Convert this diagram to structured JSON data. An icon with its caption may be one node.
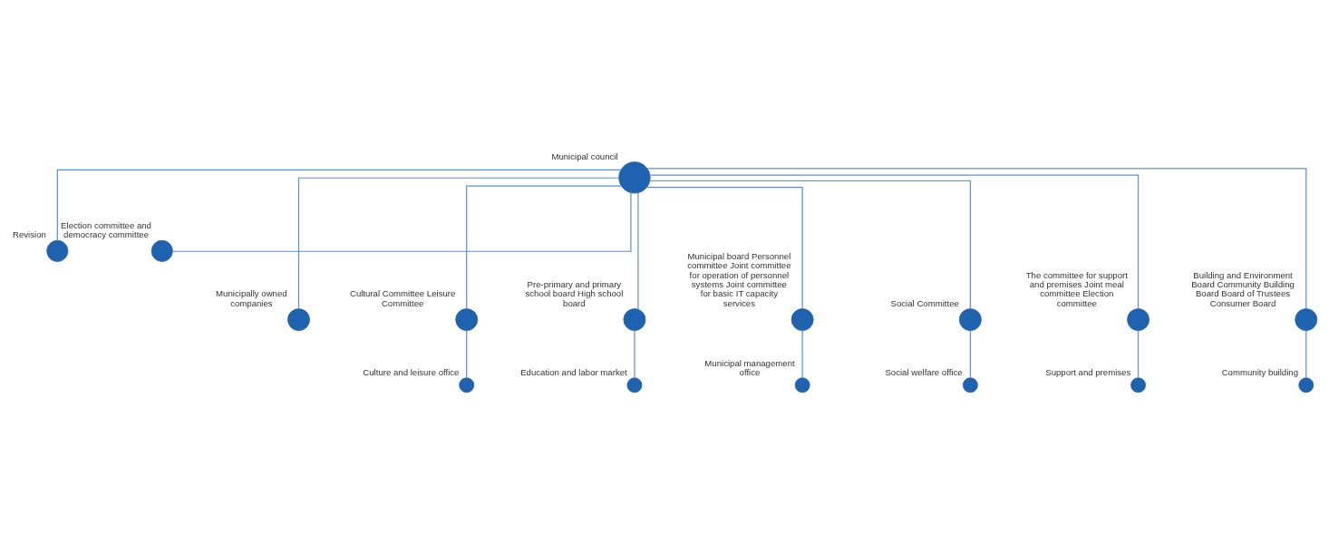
{
  "diagram": {
    "nodes": [
      {
        "text": [
          "Municipal council"
        ]
      },
      {
        "text": [
          "Revision"
        ]
      },
      {
        "text": [
          "Election committee and democracy committee"
        ]
      },
      {
        "text": [
          "Municipally owned companies"
        ]
      },
      {
        "text": [
          "Cultural Committee Leisure Committee"
        ]
      },
      {
        "text": [
          "Pre-primary and primary school board High school board"
        ]
      },
      {
        "text": [
          "Municipal board Personnel committee Joint committee for operation of personnel systems Joint committee for basic IT capacity services"
        ]
      },
      {
        "text": [
          "Social Committee"
        ]
      },
      {
        "text": [
          "The committee for support and premises Joint meal committee Election committee"
        ]
      },
      {
        "text": [
          "Building and Environment Board Community Building Board Board of Trustees Consumer Board"
        ]
      },
      {
        "text": [
          "Culture and leisure office"
        ]
      },
      {
        "text": [
          "Education and labor market"
        ]
      },
      {
        "text": [
          "Municipal management office"
        ]
      },
      {
        "text": [
          "Social welfare office"
        ]
      },
      {
        "text": [
          "Support and premises"
        ]
      },
      {
        "text": [
          "Community building"
        ]
      }
    ],
    "edges": [
      {
        "from": 0,
        "to": 1,
        "arrow": "none"
      },
      {
        "from": 0,
        "to": 2,
        "arrow": "none"
      },
      {
        "from": 0,
        "to": 3,
        "arrow": "none"
      },
      {
        "from": 0,
        "to": 4,
        "arrow": "none"
      },
      {
        "from": 0,
        "to": 5,
        "arrow": "none"
      },
      {
        "from": 0,
        "to": 6,
        "arrow": "none"
      },
      {
        "from": 0,
        "to": 7,
        "arrow": "none"
      },
      {
        "from": 0,
        "to": 8,
        "arrow": "none"
      },
      {
        "from": 0,
        "to": 9,
        "arrow": "none"
      },
      {
        "from": 4,
        "to": 10,
        "arrow": "none"
      },
      {
        "from": 5,
        "to": 11,
        "arrow": "none"
      },
      {
        "from": 6,
        "to": 12,
        "arrow": "none"
      },
      {
        "from": 7,
        "to": 13,
        "arrow": "none"
      },
      {
        "from": 8,
        "to": 14,
        "arrow": "none"
      },
      {
        "from": 9,
        "to": 15,
        "arrow": "none"
      }
    ]
  }
}
